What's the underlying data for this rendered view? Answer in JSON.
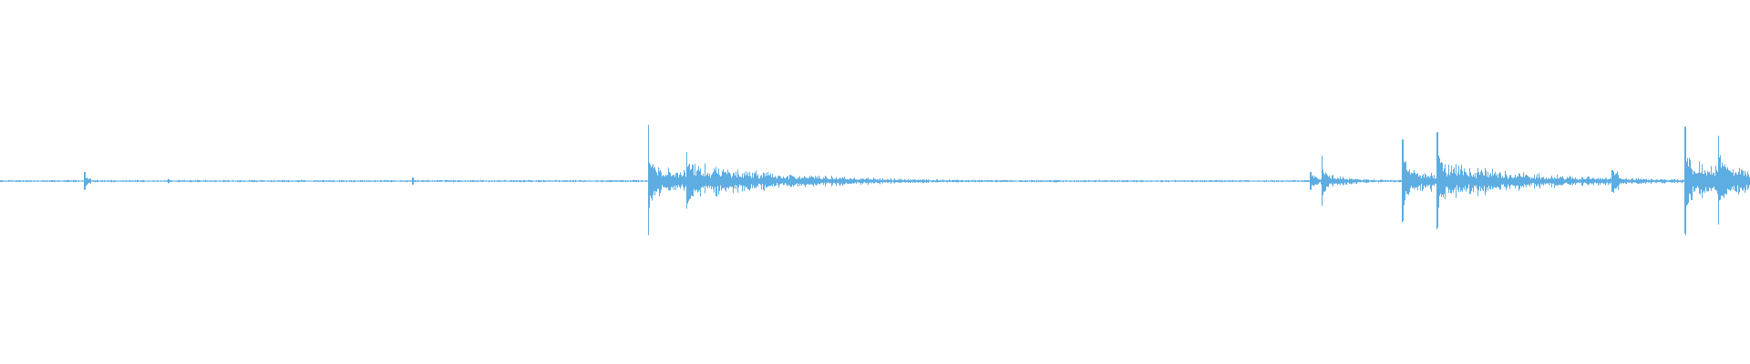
{
  "chart_data": {
    "type": "waveform",
    "color": "#5dade2",
    "background": "#ffffff",
    "amplitude_range": [
      -1,
      1
    ],
    "time_range": [
      0,
      1
    ],
    "grid": false,
    "legend": "none",
    "noise_floor": 0.004,
    "events": [
      {
        "onset": 0.0479,
        "peak": 0.05,
        "sustain": 0.01,
        "decay": 0.002
      },
      {
        "onset": 0.0958,
        "peak": 0.012,
        "sustain": 0.0,
        "decay": 0.001
      },
      {
        "onset": 0.2354,
        "peak": 0.02,
        "sustain": 0.0,
        "decay": 0.001
      },
      {
        "onset": 0.3698,
        "peak": 0.31,
        "sustain": 0.06,
        "decay": 0.04
      },
      {
        "onset": 0.3917,
        "peak": 0.16,
        "sustain": 0.07,
        "decay": 0.06
      },
      {
        "onset": 0.7484,
        "peak": 0.05,
        "sustain": 0.02,
        "decay": 0.01
      },
      {
        "onset": 0.7547,
        "peak": 0.14,
        "sustain": 0.03,
        "decay": 0.02
      },
      {
        "onset": 0.801,
        "peak": 0.23,
        "sustain": 0.06,
        "decay": 0.03
      },
      {
        "onset": 0.8208,
        "peak": 0.27,
        "sustain": 0.07,
        "decay": 0.06
      },
      {
        "onset": 0.9208,
        "peak": 0.06,
        "sustain": 0.04,
        "decay": 0.004
      },
      {
        "onset": 0.9625,
        "peak": 0.3,
        "sustain": 0.08,
        "decay": 0.05
      },
      {
        "onset": 0.9813,
        "peak": 0.25,
        "sustain": 0.07,
        "decay": 0.05
      }
    ]
  }
}
